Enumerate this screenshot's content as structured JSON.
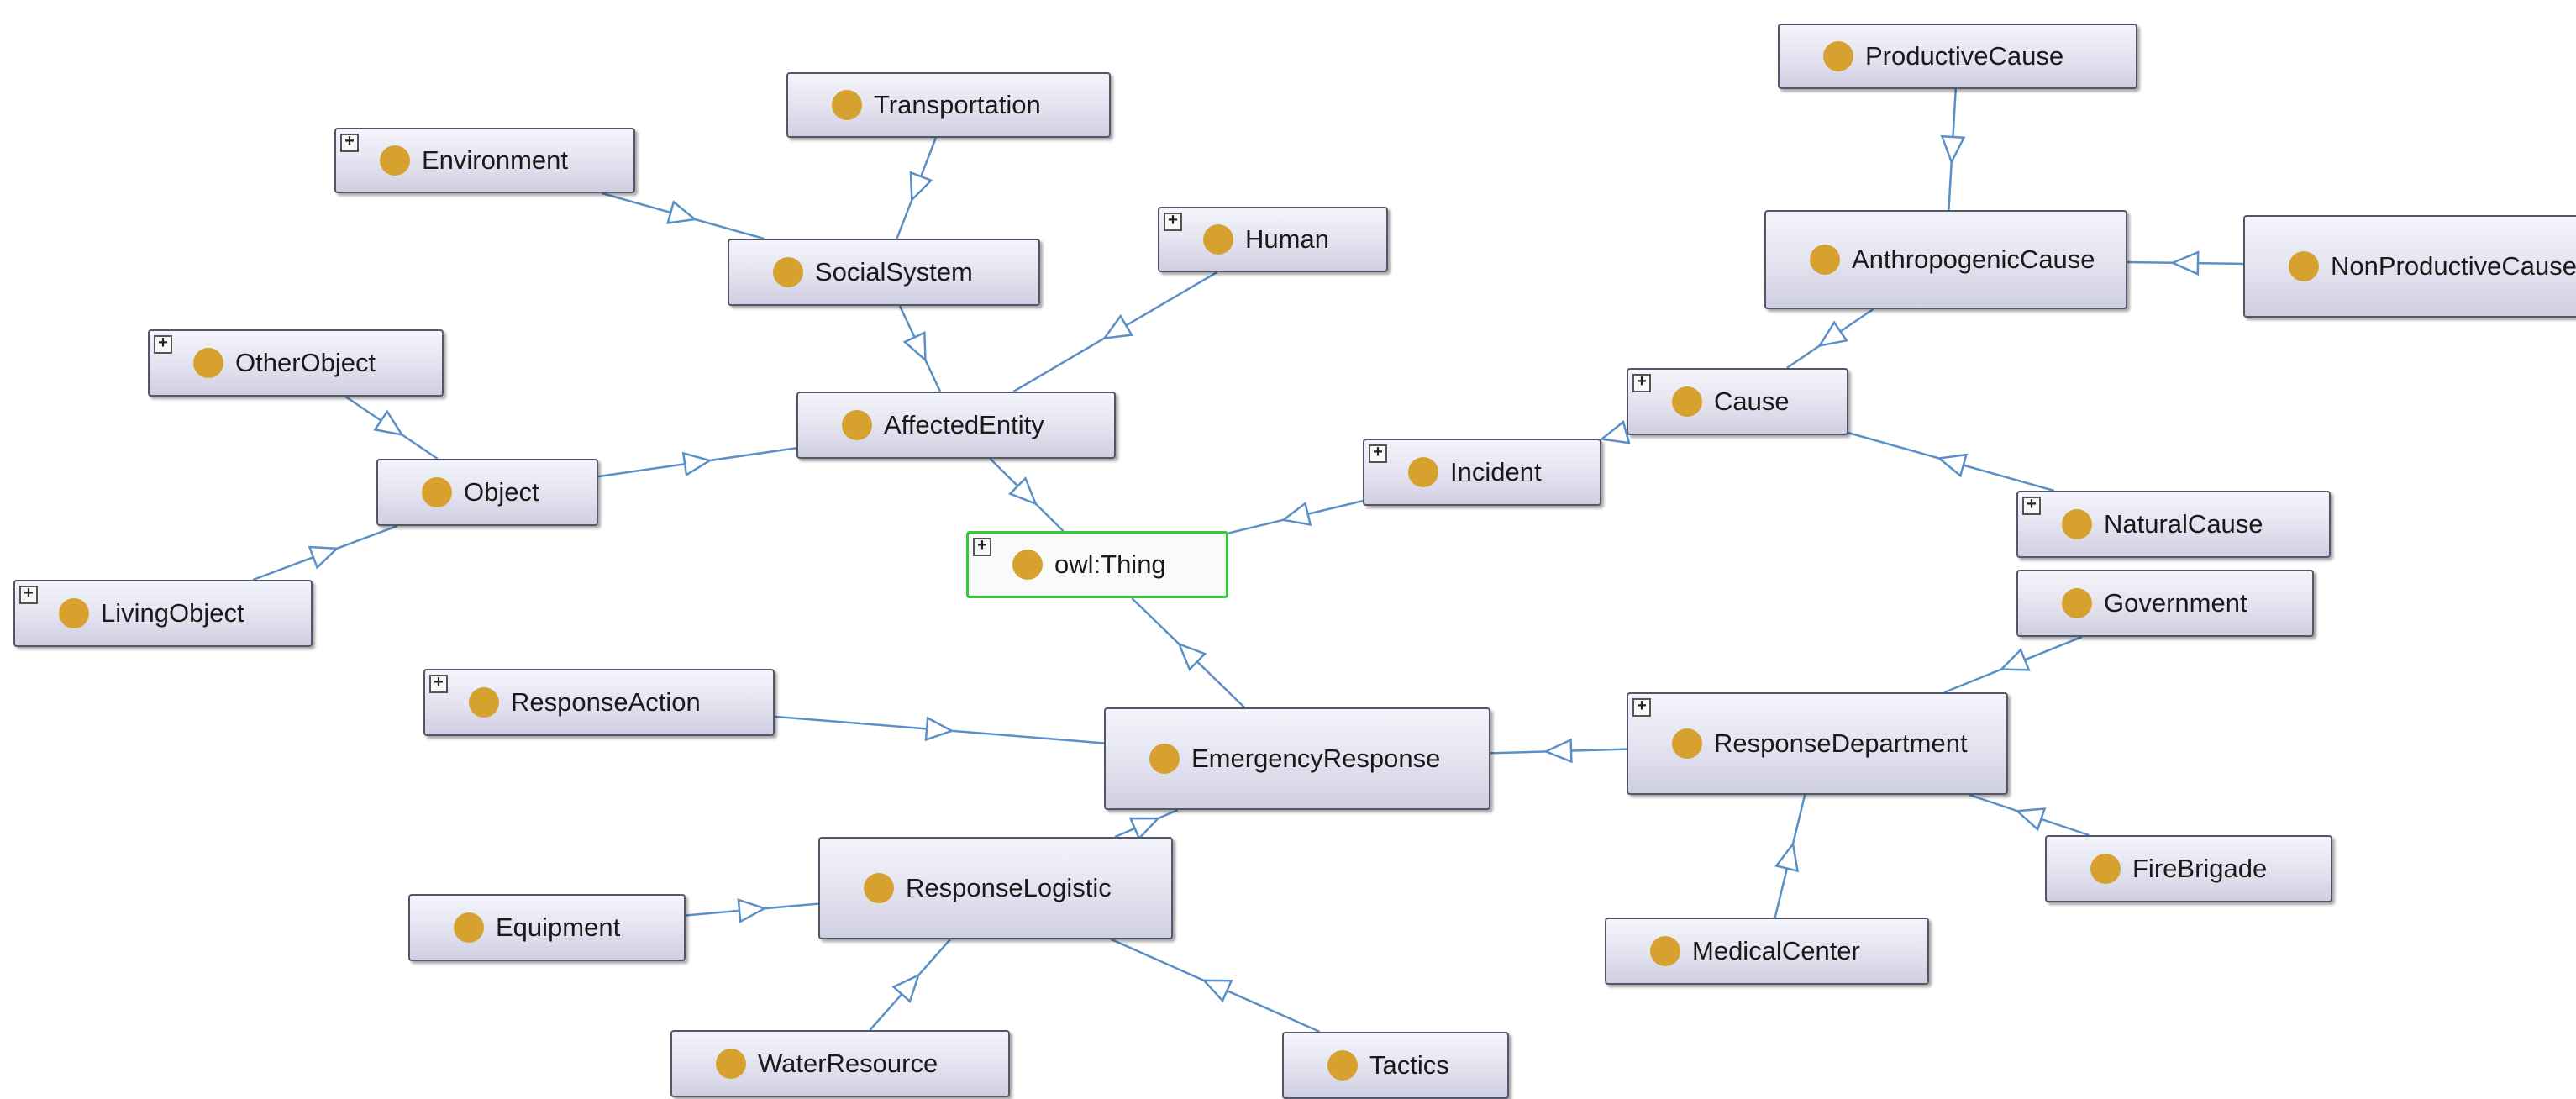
{
  "diagram": {
    "title": "",
    "nodes": [
      {
        "id": "transportation",
        "label": "Transportation",
        "expandable": false
      },
      {
        "id": "productive_cause",
        "label": "ProductiveCause",
        "expandable": false
      },
      {
        "id": "environment",
        "label": "Environment",
        "expandable": true
      },
      {
        "id": "human",
        "label": "Human",
        "expandable": true
      },
      {
        "id": "social_system",
        "label": "SocialSystem",
        "expandable": false
      },
      {
        "id": "anthropogenic_cause",
        "label": "AnthropogenicCause",
        "expandable": false
      },
      {
        "id": "non_productive_cause",
        "label": "NonProductiveCause",
        "expandable": false
      },
      {
        "id": "other_object",
        "label": "OtherObject",
        "expandable": true
      },
      {
        "id": "affected_entity",
        "label": "AffectedEntity",
        "expandable": false
      },
      {
        "id": "cause",
        "label": "Cause",
        "expandable": true
      },
      {
        "id": "incident",
        "label": "Incident",
        "expandable": true
      },
      {
        "id": "object",
        "label": "Object",
        "expandable": false
      },
      {
        "id": "natural_cause",
        "label": "NaturalCause",
        "expandable": true
      },
      {
        "id": "owl_thing",
        "label": "owl:Thing",
        "expandable": true,
        "root": true
      },
      {
        "id": "living_object",
        "label": "LivingObject",
        "expandable": true
      },
      {
        "id": "government",
        "label": "Government",
        "expandable": false
      },
      {
        "id": "response_action",
        "label": "ResponseAction",
        "expandable": true
      },
      {
        "id": "emergency_response",
        "label": "EmergencyResponse",
        "expandable": false
      },
      {
        "id": "response_department",
        "label": "ResponseDepartment",
        "expandable": true
      },
      {
        "id": "response_logistic",
        "label": "ResponseLogistic",
        "expandable": false
      },
      {
        "id": "fire_brigade",
        "label": "FireBrigade",
        "expandable": false
      },
      {
        "id": "equipment",
        "label": "Equipment",
        "expandable": false
      },
      {
        "id": "medical_center",
        "label": "MedicalCenter",
        "expandable": false
      },
      {
        "id": "water_resource",
        "label": "WaterResource",
        "expandable": false
      },
      {
        "id": "tactics",
        "label": "Tactics",
        "expandable": false
      }
    ],
    "edges": [
      {
        "from": "affected_entity",
        "to": "owl_thing"
      },
      {
        "from": "incident",
        "to": "owl_thing"
      },
      {
        "from": "emergency_response",
        "to": "owl_thing"
      },
      {
        "from": "social_system",
        "to": "affected_entity"
      },
      {
        "from": "human",
        "to": "affected_entity"
      },
      {
        "from": "object",
        "to": "affected_entity"
      },
      {
        "from": "transportation",
        "to": "social_system"
      },
      {
        "from": "environment",
        "to": "social_system"
      },
      {
        "from": "other_object",
        "to": "object"
      },
      {
        "from": "living_object",
        "to": "object"
      },
      {
        "from": "cause",
        "to": "incident"
      },
      {
        "from": "anthropogenic_cause",
        "to": "cause"
      },
      {
        "from": "natural_cause",
        "to": "cause"
      },
      {
        "from": "productive_cause",
        "to": "anthropogenic_cause"
      },
      {
        "from": "non_productive_cause",
        "to": "anthropogenic_cause"
      },
      {
        "from": "response_action",
        "to": "emergency_response"
      },
      {
        "from": "response_department",
        "to": "emergency_response"
      },
      {
        "from": "response_logistic",
        "to": "emergency_response"
      },
      {
        "from": "government",
        "to": "response_department"
      },
      {
        "from": "fire_brigade",
        "to": "response_department"
      },
      {
        "from": "medical_center",
        "to": "response_department"
      },
      {
        "from": "equipment",
        "to": "response_logistic"
      },
      {
        "from": "water_resource",
        "to": "response_logistic"
      },
      {
        "from": "tactics",
        "to": "response_logistic"
      }
    ]
  },
  "colors": {
    "edge": "#5b8fc7",
    "node_dot": "#d6a12e",
    "root_border": "#33cc33",
    "node_border": "#55556a"
  }
}
